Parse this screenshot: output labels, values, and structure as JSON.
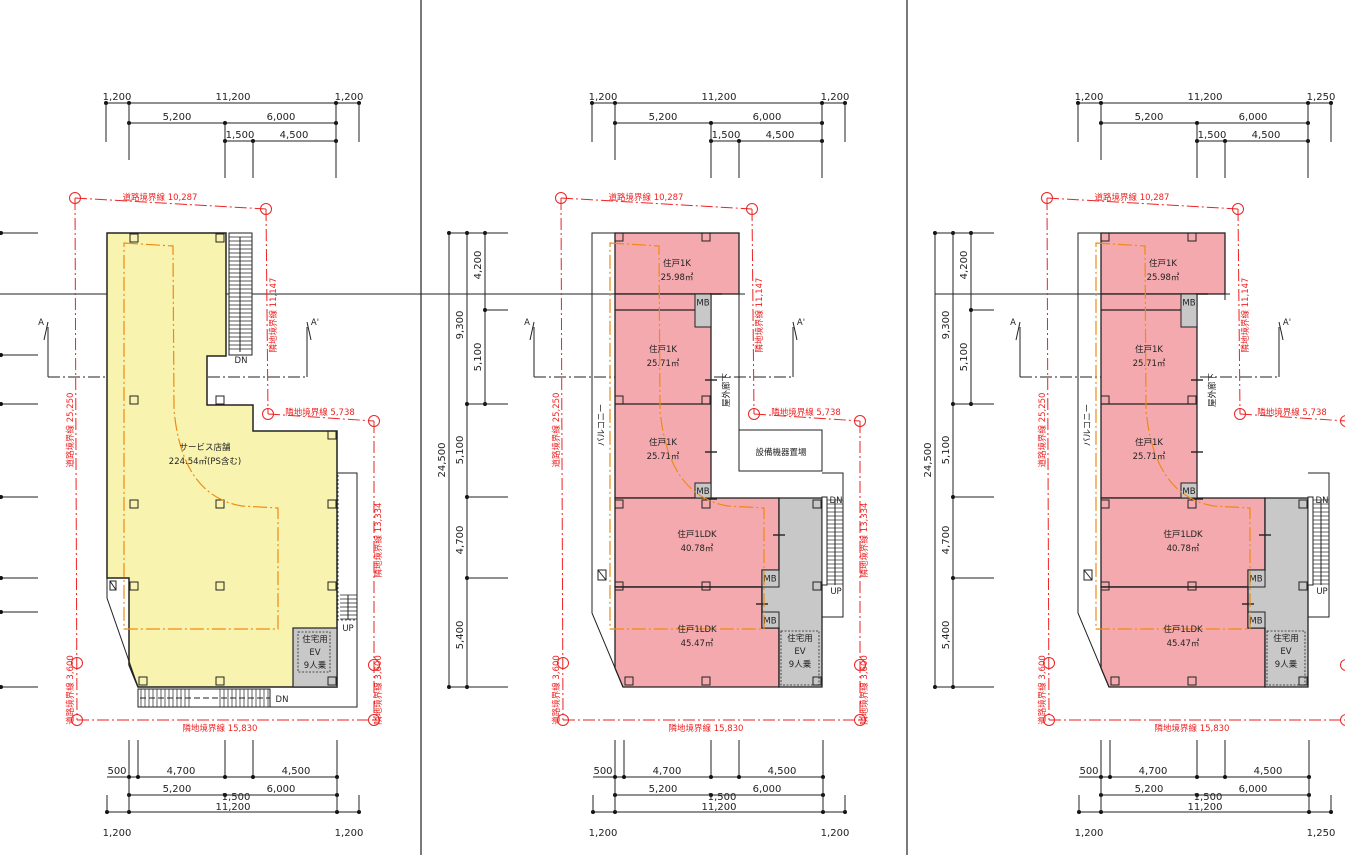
{
  "colors": {
    "store_fill": "#f8f4b0",
    "unit_fill": "#f4a9ae",
    "common_fill": "#c8c8c8",
    "boundary": "#ee2222",
    "escape_line": "#f08a10"
  },
  "panels": [
    {
      "dims_top": {
        "r1": [
          "1,200",
          "11,200",
          "1,200"
        ],
        "r2": [
          "5,200",
          "6,000"
        ],
        "r3": [
          "1,500",
          "4,500"
        ]
      },
      "dims_bottom": {
        "r1": [
          "500",
          "4,700",
          "4,500"
        ],
        "r2": [
          "5,200",
          "1,500",
          "6,000"
        ],
        "r3": "11,200",
        "outer": [
          "1,200",
          "1,200"
        ]
      },
      "boundary": {
        "top": "道路境界線 10,287",
        "right_upper": "隣地境界線 11,147",
        "right_step": "隣地境界線 5,738",
        "right_lower": "隣地境界線 13,334",
        "right_corner": "隣地境界線 3,600",
        "bottom": "隣地境界線 15,830",
        "left": "道路境界線 25,250",
        "left_corner": "道路境界線 3,600"
      },
      "section": [
        "A",
        "A'"
      ],
      "store": {
        "name": "サービス店舗",
        "area": "224.54㎡(PS含む)"
      },
      "stairs": [
        "DN",
        "UP",
        "DN"
      ],
      "ev": [
        "住宅用",
        "EV",
        "9人乗"
      ]
    },
    {
      "dims_top": {
        "r1": [
          "1,200",
          "11,200",
          "1,200"
        ],
        "r2": [
          "5,200",
          "6,000"
        ],
        "r3": [
          "1,500",
          "4,500"
        ]
      },
      "dims_bottom": {
        "r1": [
          "500",
          "4,700",
          "4,500"
        ],
        "r2": [
          "5,200",
          "1,500",
          "6,000"
        ],
        "r3": "11,200",
        "outer": [
          "1,200",
          "1,200"
        ]
      },
      "dims_left": {
        "total": "24,500",
        "a": "9,300",
        "a1": "4,200",
        "a2": "5,100",
        "b": "5,100",
        "c": "4,700",
        "d": "5,400"
      },
      "boundary": {
        "top": "道路境界線 10,287",
        "right_upper": "隣地境界線 11,147",
        "right_step": "隣地境界線 5,738",
        "right_lower": "隣地境界線 13,334",
        "right_corner": "隣地境界線 3,600",
        "bottom": "隣地境界線 15,830",
        "left": "道路境界線 25,250",
        "left_corner": "道路境界線 3,600"
      },
      "section": [
        "A",
        "A'"
      ],
      "units": [
        {
          "name": "住戸1K",
          "area": "25.98㎡"
        },
        {
          "name": "住戸1K",
          "area": "25.71㎡"
        },
        {
          "name": "住戸1K",
          "area": "25.71㎡"
        },
        {
          "name": "住戸1LDK",
          "area": "40.78㎡"
        },
        {
          "name": "住戸1LDK",
          "area": "45.47㎡"
        }
      ],
      "mb": "MB",
      "balcony": "バルコニー",
      "corridor": "屋外廊下",
      "equipment": "設備機器置場",
      "stairs": [
        "DN",
        "UP"
      ],
      "ev": [
        "住宅用",
        "EV",
        "9人乗"
      ]
    },
    {
      "dims_top": {
        "r1": [
          "1,200",
          "11,200",
          "1,250"
        ],
        "r2": [
          "5,200",
          "6,000"
        ],
        "r3": [
          "1,500",
          "4,500"
        ]
      },
      "dims_bottom": {
        "r1": [
          "500",
          "4,700",
          "4,500"
        ],
        "r2": [
          "5,200",
          "1,500",
          "6,000"
        ],
        "r3": "11,200",
        "outer": [
          "1,200",
          "1,250"
        ]
      },
      "dims_left": {
        "total": "24,500",
        "a": "9,300",
        "a1": "4,200",
        "a2": "5,100",
        "b": "5,100",
        "c": "4,700",
        "d": "5,400"
      },
      "boundary": {
        "top": "道路境界線 10,287",
        "right_upper": "隣地境界線 11,147",
        "right_step": "隣地境界線 5,738",
        "right_lower": "",
        "right_corner": "",
        "bottom": "隣地境界線 15,830",
        "left": "道路境界線 25,250",
        "left_corner": "道路境界線 3,600"
      },
      "section": [
        "A",
        "A'"
      ],
      "units": [
        {
          "name": "住戸1K",
          "area": "25.98㎡"
        },
        {
          "name": "住戸1K",
          "area": "25.71㎡"
        },
        {
          "name": "住戸1K",
          "area": "25.71㎡"
        },
        {
          "name": "住戸1LDK",
          "area": "40.78㎡"
        },
        {
          "name": "住戸1LDK",
          "area": "45.47㎡"
        }
      ],
      "mb": "MB",
      "balcony": "バルコニー",
      "corridor": "屋外廊下",
      "stairs": [
        "DN",
        "UP"
      ],
      "ev": [
        "住宅用",
        "EV",
        "9人乗"
      ]
    }
  ]
}
